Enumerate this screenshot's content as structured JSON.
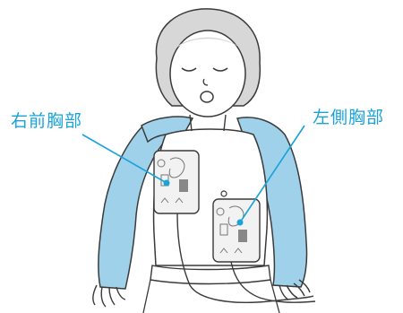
{
  "labels": {
    "right_chest": "右前胸部",
    "left_chest": "左側胸部"
  },
  "colors": {
    "accent": "#1aa3d9",
    "towel": "#9fd2ea",
    "outline": "#3a3a3a",
    "hair": "#d7d7d7",
    "pad": "#f2f2f2"
  },
  "icons": [
    "pad-right-chest",
    "pad-left-side",
    "electrode-cable"
  ]
}
